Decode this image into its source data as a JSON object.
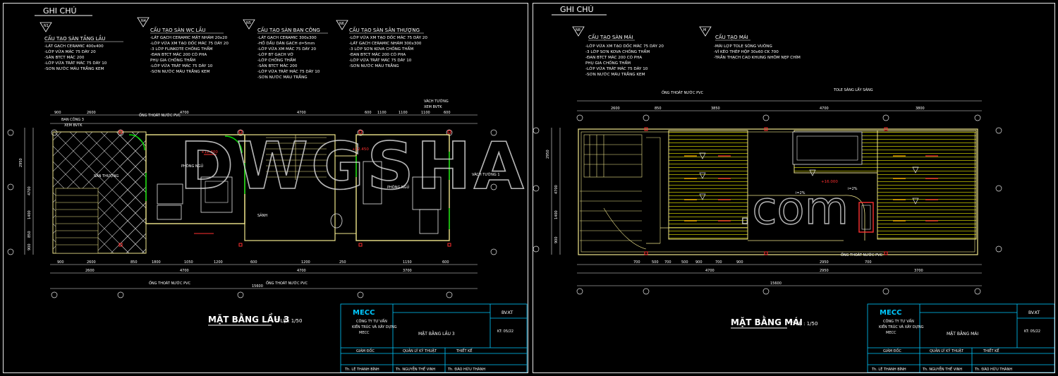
{
  "sheets": [
    {
      "heading": "GHI CHÚ",
      "notes": [
        {
          "tag": "N1",
          "title": "CẤU TẠO SÀN TẦNG LẦU",
          "lines": [
            "-LÁT GẠCH CERAMIC 400x400",
            "-LỚP VỮA MÁC 75 DÀY 20",
            "-SÀN BTCT MÁC 200",
            "-LỚP VỮA TRÁT MÁC 75 DÀY 10",
            "-SƠN NƯỚC MÀU TRẮNG KEM"
          ]
        },
        {
          "tag": "N4",
          "title": "CẤU TẠO SÀN WC LẦU",
          "lines": [
            "-LÁT GẠCH CERAMIC MẶT NHÁM 20x20",
            "-LỚP VỮA XM TẠO DỐC MÁC 75 DÀY 20",
            "-3 LỚP FLINKOTE CHỐNG THẤM",
            "-ĐAN BTCT MÁC 200 CÓ PHA",
            "PHỤ GIA CHỐNG THẤM",
            "-LỚP VỮA TRÁT MÁC 75 DÀY 10",
            "-SƠN NƯỚC MÀU TRẮNG KEM"
          ]
        },
        {
          "tag": "N5",
          "title": "CẤU TẠO SÀN BAN CÔNG",
          "lines": [
            "-LÁT GẠCH CERAMIC 300x300",
            "-HỒ DẦU DÁN GẠCH d=5mm",
            "-LỚP VỮA XM MÁC 75 DÀY 20",
            "-LỚP BT GẠCH VỠ",
            "-LỚP CHỐNG THẤM",
            "-SÀN BTCT MÁC 200",
            "-LỚP VỮA TRÁT MÁC 75 DÀY 10",
            "-SƠN NƯỚC MÀU TRẮNG"
          ]
        },
        {
          "tag": "N6",
          "title": "CẤU TẠO SÀN SÂN THƯỢNG",
          "lines": [
            "-LỚP VỮA XM TẠO DỐC MÁC 75 DÀY 20",
            "-LÁT GẠCH CERAMIC NHÁM 300x300",
            "-3 LỚP SƠN KOVA CHỐNG THẤM",
            "-ĐAN BTCT MÁC 200 CÓ PHA",
            "-LỚP VỮA TRÁT MÁC 75 DÀY 10",
            "-SƠN NƯỚC MÀU TRẮNG"
          ]
        }
      ],
      "plan_labels": {
        "balcony": "BAN CÔNG 3",
        "balcony_sub": "XEM BVTK",
        "terrace": "SÂN THƯỢNG",
        "bedroom1": "PHÒNG NGỦ",
        "bedroom2": "PHÒNG NGỦ",
        "corridor": "SẢNH",
        "parapet": "VÁCH TƯỜNG",
        "parapet_sub": "XEM BVTK",
        "side_wall": "VÁCH TƯỜNG 1",
        "drain": "ỐNG THOÁT NƯỚC PVC",
        "level1": "+12.400",
        "level2": "+12.450"
      },
      "dims_top": [
        "900",
        "2600",
        "4700",
        "4700",
        "600",
        "1100",
        "1100",
        "1100",
        "600"
      ],
      "dims_bottom": [
        "900",
        "2600",
        "850",
        "1800",
        "1050",
        "1200",
        "600",
        "1200",
        "250",
        "1150",
        "600"
      ],
      "dims_bottom_totals": [
        "2600",
        "4700",
        "4700",
        "3700"
      ],
      "overall": "15600",
      "dims_left": [
        "2950",
        "4700",
        "1400",
        "850",
        "900"
      ],
      "title": "MẶT BẰNG LẦU 3",
      "scale": "TỈ LỆ : 1/50",
      "title_block": {
        "logo": "MECC",
        "company": [
          "CÔNG TY TƯ VẤN",
          "KIẾN TRÚC VÀ XÂY DỰNG",
          "MECC"
        ],
        "drawing_name": "MẶT BẰNG LẦU 3",
        "code": "BV.KT",
        "sheet_no": "KT: 05/22",
        "roles": [
          "GIÁM ĐỐC",
          "QUẢN LÝ KỸ THUẬT",
          "THIẾT KẾ"
        ],
        "names": [
          "Th. LÊ THANH BÌNH",
          "Th. NGUYỄN THẾ VINH",
          "Th. ĐÀO HỮU THÀNH"
        ]
      }
    },
    {
      "heading": "GHI CHÚ",
      "notes": [
        {
          "tag": "N8",
          "title": "CẤU TẠO SÀN MÁI",
          "lines": [
            "-LỚP VỮA XM TẠO DỐC MÁC 75 DÀY 20",
            "-3 LỚP SƠN KOVA CHỐNG THẤM",
            "-ĐAN BTCT MÁC 200 CÓ PHA",
            "PHỤ GIA CHỐNG THẤM",
            "-LỚP VỮA TRÁT MÁC 75 DÀY 10",
            "-SƠN NƯỚC MÀU TRẮNG KEM"
          ]
        },
        {
          "tag": "M",
          "title": "CẤU TẠO MÁI",
          "lines": [
            "-MÁI LỢP TOLE SÓNG VUÔNG",
            "-VÌ KÈO THÉP HỘP 30x60 CK 700",
            "-TRẦN THẠCH CAO KHUNG NHÔM NẸP CHÌM"
          ]
        }
      ],
      "plan_labels": {
        "drain": "ỐNG THOÁT NƯỚC PVC",
        "skylight": "TOLE SÁNG LẤY SÁNG",
        "level": "+16.000",
        "slope": "i=2%"
      },
      "dims_top": [
        "2600",
        "850",
        "3850",
        "4700",
        "3800"
      ],
      "dims_bottom": [
        "700",
        "500",
        "700",
        "500",
        "900",
        "700",
        "900",
        "2950",
        "700"
      ],
      "dims_bottom_totals": [
        "4700",
        "2950",
        "3700"
      ],
      "overall": "15600",
      "dims_left": [
        "2950",
        "4700",
        "1400",
        "900"
      ],
      "title": "MẶT BẰNG MÁI",
      "scale": "TỈ LỆ : 1/50",
      "title_block": {
        "logo": "MECC",
        "company": [
          "CÔNG TY TƯ VẤN",
          "KIẾN TRÚC VÀ XÂY DỰNG",
          "MECC"
        ],
        "drawing_name": "MẶT BẰNG MÁI",
        "code": "BV.KT",
        "sheet_no": "KT: 05/22",
        "roles": [
          "GIÁM ĐỐC",
          "QUẢN LÝ KỸ THUẬT",
          "THIẾT KẾ"
        ],
        "names": [
          "Th. LÊ THANH BÌNH",
          "Th. NGUYỄN THẾ VINH",
          "Th. ĐÀO HỮU THÀNH"
        ]
      }
    }
  ],
  "watermark": {
    "main": "DWGSHARE",
    "suffix": ".com"
  },
  "colors": {
    "wall": "#f0e68c",
    "dim": "#e8e8e8",
    "accent": "#00c8ff",
    "green": "#00d800",
    "red": "#ff3030",
    "roof": "#b8b800"
  }
}
